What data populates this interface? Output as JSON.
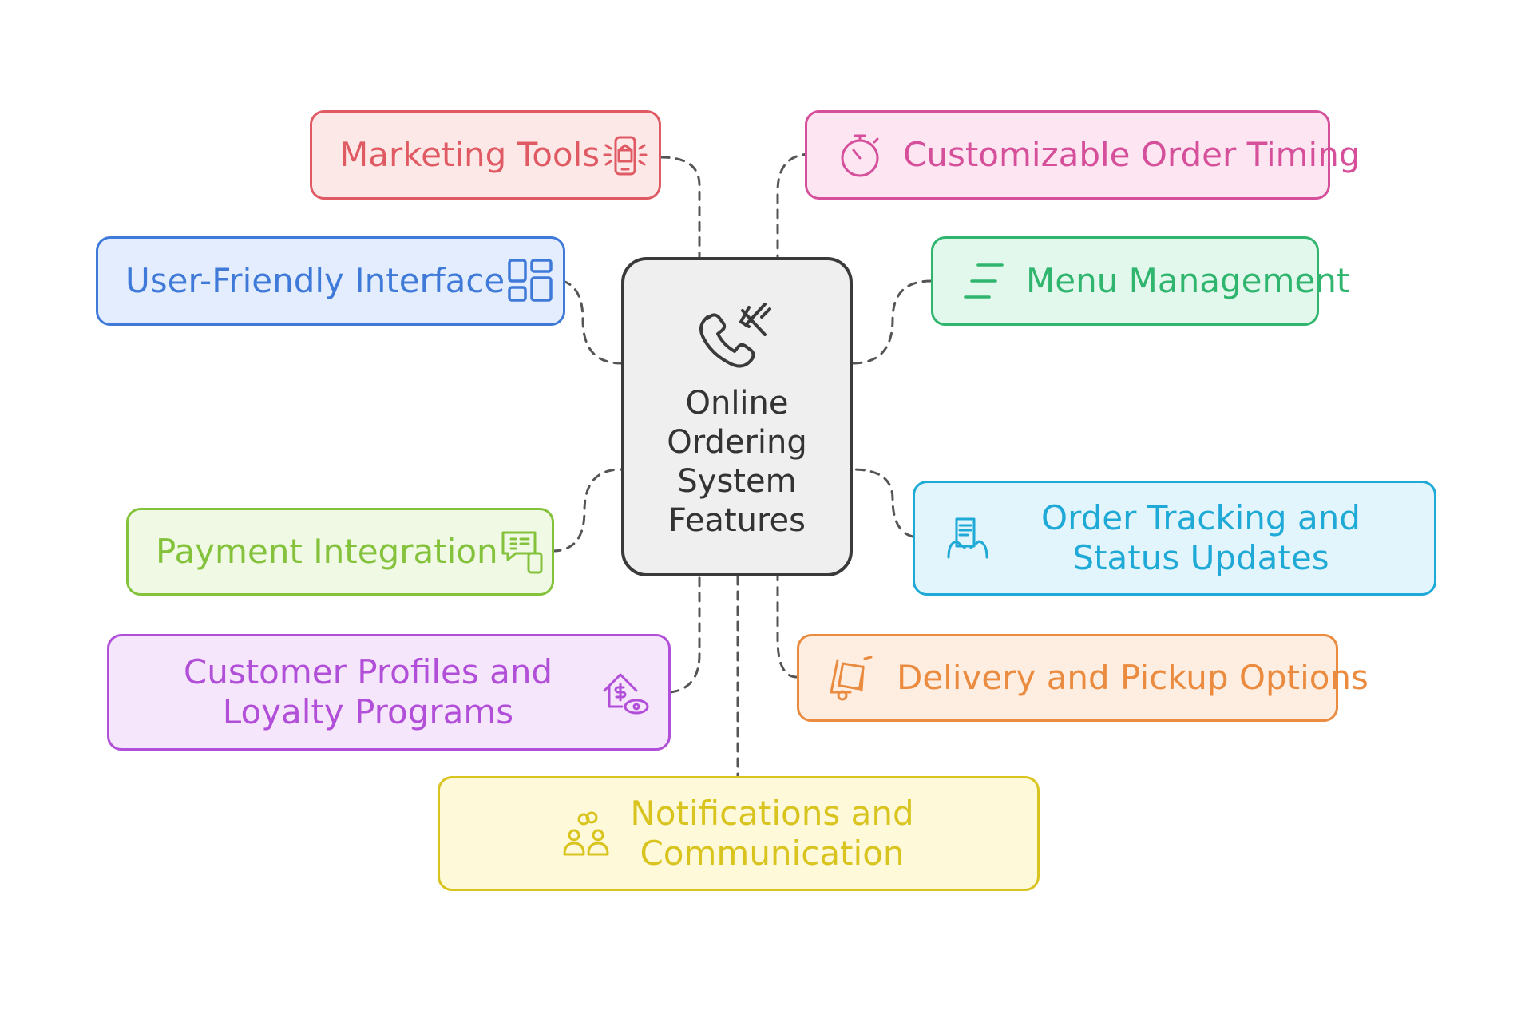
{
  "diagram": {
    "center": {
      "label": "Online Ordering System Features",
      "icon": "phone-utensils-icon"
    },
    "nodes": {
      "marketing_tools": {
        "label": "Marketing Tools",
        "icon": "megaphone-phone-icon",
        "color": "#e05a63",
        "fill": "#fde8e8"
      },
      "order_timing": {
        "label": "Customizable Order Timing",
        "icon": "stopwatch-icon",
        "color": "#d64f9a",
        "fill": "#fde6f2"
      },
      "user_interface": {
        "label": "User-Friendly Interface",
        "icon": "dashboard-tiles-icon",
        "color": "#3f7ad9",
        "fill": "#e3edfd"
      },
      "menu_management": {
        "label": "Menu Management",
        "icon": "menu-lines-icon",
        "color": "#2fb56e",
        "fill": "#e3f8ec"
      },
      "payment_integration": {
        "label": "Payment Integration",
        "icon": "payment-chat-icon",
        "color": "#84c23c",
        "fill": "#eff9e3"
      },
      "order_tracking": {
        "label": "Order Tracking and Status Updates",
        "icon": "tracking-hand-icon",
        "color": "#1fa9d6",
        "fill": "#e2f5fc"
      },
      "customer_profiles": {
        "label": "Customer Profiles and Loyalty Programs",
        "icon": "house-dollar-eye-icon",
        "color": "#b24fd8",
        "fill": "#f5e6fb"
      },
      "delivery_pickup": {
        "label": "Delivery and Pickup Options",
        "icon": "hand-truck-icon",
        "color": "#ea8b3f",
        "fill": "#fdeee1"
      },
      "notifications": {
        "label": "Notifications and Communication",
        "icon": "people-chat-icon",
        "color": "#d9c41f",
        "fill": "#fdf9d9"
      }
    },
    "connector_color": "#555555"
  }
}
